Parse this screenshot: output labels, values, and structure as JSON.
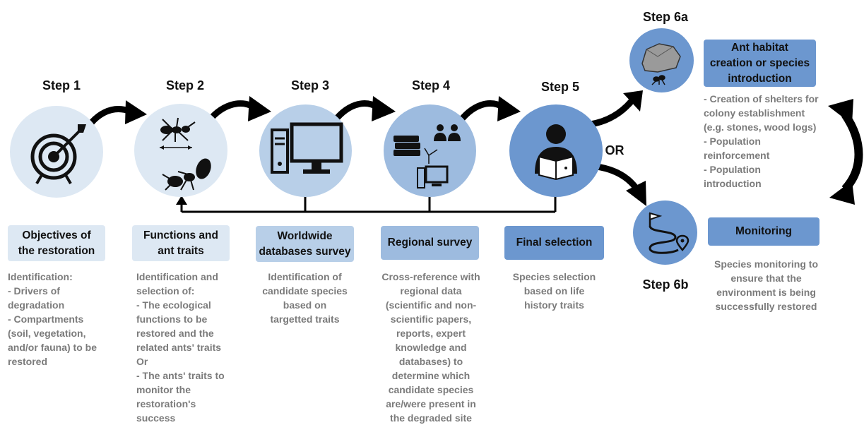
{
  "steps": [
    {
      "title": "Step 1",
      "label": "Objectives of\nthe restoration",
      "desc": "Identification:\n- Drivers of\ndegradation\n- Compartments\n(soil, vegetation,\nand/or fauna) to be\nrestored",
      "icon": "target-icon",
      "circle_color": "#dde8f3",
      "box_color": "#dde8f3"
    },
    {
      "title": "Step 2",
      "label": "Functions and\nant traits",
      "desc": "Identification and\nselection of:\n- The ecological\nfunctions to be\nrestored and the\nrelated ants' traits\nOr\n-  The ants' traits to\nmonitor the\nrestoration's\nsuccess",
      "icon": "ant-icon",
      "circle_color": "#dde8f3",
      "box_color": "#dde8f3"
    },
    {
      "title": "Step 3",
      "label": "Worldwide\ndatabases survey",
      "desc": "Identification of\ncandidate species\nbased on\ntargetted traits",
      "icon": "computer-icon",
      "circle_color": "#b8cfe8",
      "box_color": "#b8cfe8"
    },
    {
      "title": "Step 4",
      "label": "Regional survey",
      "desc": "Cross-reference with\nregional data\n(scientific and non-\nscientific papers,\nreports, expert\nknowledge and\ndatabases) to\ndetermine which\ncandidate species\nare/were present in\nthe degraded site",
      "icon": "books-people-icon",
      "circle_color": "#9dbbdf",
      "box_color": "#9dbbdf"
    },
    {
      "title": "Step 5",
      "label": "Final selection",
      "desc": "Species selection\nbased on life\nhistory traits",
      "icon": "reader-icon",
      "circle_color": "#6c97cf",
      "box_color": "#6c97cf"
    }
  ],
  "step6a": {
    "title": "Step 6a",
    "label": "Ant habitat\ncreation or species\nintroduction",
    "desc": "- Creation of shelters for\ncolony establishment\n(e.g. stones, wood logs)\n- Population\nreinforcement\n- Population\nintroduction",
    "icon": "stone-ant-icon",
    "color": "#6c97cf"
  },
  "step6b": {
    "title": "Step 6b",
    "label": "Monitoring",
    "desc": "Species monitoring to\nensure that the\nenvironment is being\nsuccessfully restored",
    "icon": "route-icon",
    "color": "#6c97cf"
  },
  "or_label": "OR"
}
